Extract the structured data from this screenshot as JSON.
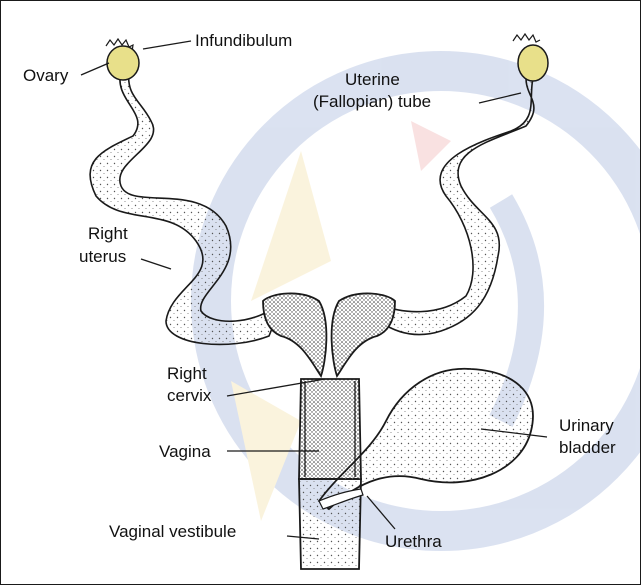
{
  "labels": {
    "infundibulum": "Infundibulum",
    "ovary": "Ovary",
    "uterine_line1": "Uterine",
    "uterine_line2": "(Fallopian) tube",
    "right_uterus_line1": "Right",
    "right_uterus_line2": "uterus",
    "right_cervix_line1": "Right",
    "right_cervix_line2": "cervix",
    "vagina": "Vagina",
    "urinary_line1": "Urinary",
    "urinary_line2": "bladder",
    "vaginal_vestibule": "Vaginal vestibule",
    "urethra": "Urethra"
  },
  "colors": {
    "ovary": "#e8e08a",
    "outline": "#1a1a1a",
    "watermark_blue": "#3a5fb0",
    "watermark_yellow": "#e8c24a",
    "watermark_red": "#e06060"
  }
}
